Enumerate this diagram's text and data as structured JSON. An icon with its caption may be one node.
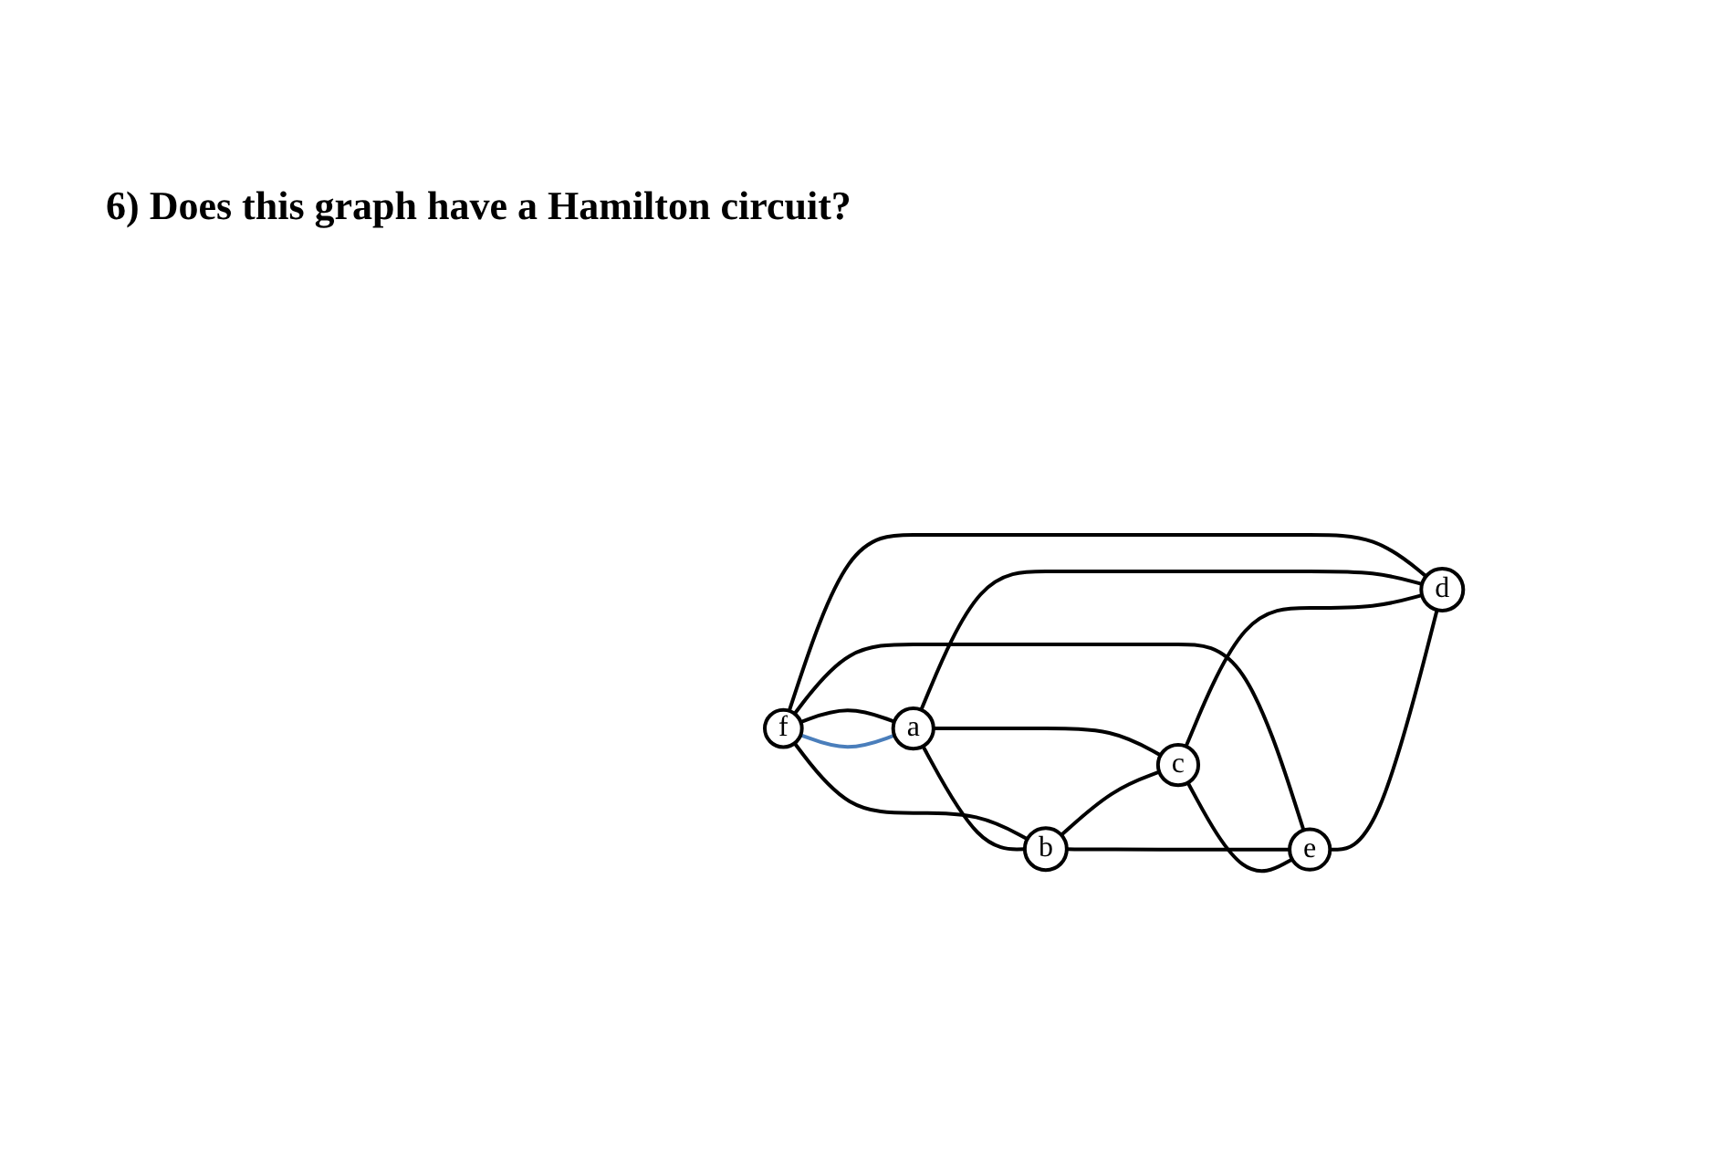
{
  "diagram": {
    "title": "6) Does this graph have a Hamilton circuit?",
    "nodes": [
      {
        "text": [
          "f"
        ]
      },
      {
        "text": [
          "a"
        ]
      },
      {
        "text": [
          "b"
        ]
      },
      {
        "text": [
          "c"
        ]
      },
      {
        "text": [
          "e"
        ]
      },
      {
        "text": [
          "d"
        ]
      }
    ],
    "edges": [
      {
        "from": 0,
        "to": 1,
        "arrow": "none"
      },
      {
        "from": 0,
        "to": 1,
        "arrow": "none",
        "color": "#4a7ebb"
      },
      {
        "from": 0,
        "to": 2,
        "arrow": "none"
      },
      {
        "from": 0,
        "to": 5,
        "arrow": "none"
      },
      {
        "from": 0,
        "to": 4,
        "arrow": "none"
      },
      {
        "from": 1,
        "to": 2,
        "arrow": "none"
      },
      {
        "from": 1,
        "to": 3,
        "arrow": "none"
      },
      {
        "from": 1,
        "to": 5,
        "arrow": "none"
      },
      {
        "from": 2,
        "to": 3,
        "arrow": "none"
      },
      {
        "from": 2,
        "to": 4,
        "arrow": "none"
      },
      {
        "from": 3,
        "to": 4,
        "arrow": "none"
      },
      {
        "from": 3,
        "to": 5,
        "arrow": "none"
      },
      {
        "from": 4,
        "to": 5,
        "arrow": "none"
      }
    ]
  }
}
